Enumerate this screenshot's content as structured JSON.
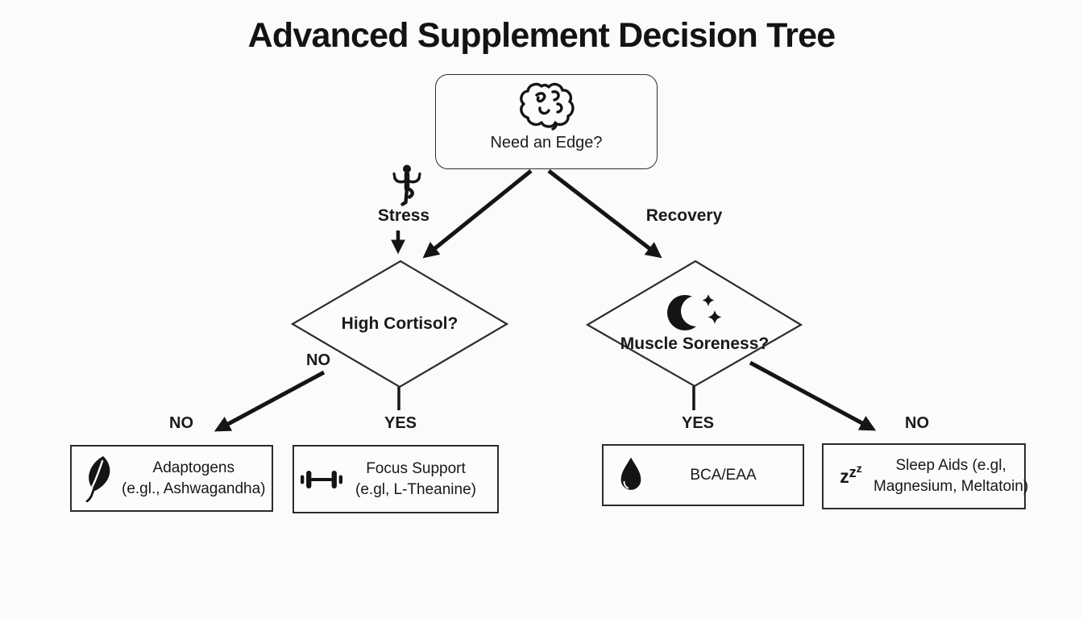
{
  "title": "Advanced Supplement Decision Tree",
  "colors": {
    "ink": "#151515",
    "background": "#fbfbfa"
  },
  "root": {
    "label": "Need an Edge?",
    "icon": "brain-icon"
  },
  "branches": {
    "stress": {
      "label": "Stress",
      "icon": "yoga-pose-icon"
    },
    "recovery": {
      "label": "Recovery"
    }
  },
  "decisions": {
    "high_cortisol": {
      "label": "High Cortisol?"
    },
    "muscle_soreness": {
      "label": "Muscle Soreness?",
      "icon": "moon-stars-icon"
    }
  },
  "edge_labels": {
    "left_no_upper": "NO",
    "left_no_lower": "NO",
    "left_yes": "YES",
    "right_yes": "YES",
    "right_no": "NO"
  },
  "results": [
    {
      "icon": "leaf-icon",
      "line1": "Adaptogens",
      "line2": "(e.gl., Ashwagandha)"
    },
    {
      "icon": "dumbbell-icon",
      "line1": "Focus Support",
      "line2": "(e.gl, L-Theanine)"
    },
    {
      "icon": "water-drop-icon",
      "line1": "BCA/EAA",
      "line2": ""
    },
    {
      "icon": "zzz-icon",
      "line1": "Sleep Aids (e.gl,",
      "line2": "Magnesium, Meltatoin)"
    }
  ],
  "zzz": [
    "z",
    "z",
    "z"
  ]
}
